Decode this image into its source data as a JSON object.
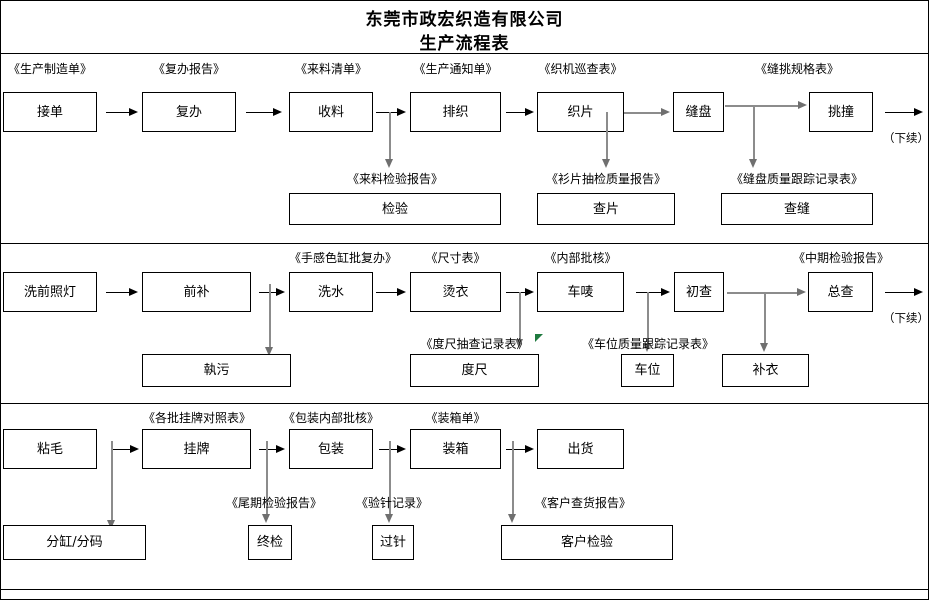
{
  "title": {
    "line1": "东莞市政宏织造有限公司",
    "line2": "生产流程表"
  },
  "rows": [
    {
      "id": "row1",
      "main": [
        {
          "name": "接单",
          "caption": "《生产制造单》"
        },
        {
          "name": "复办",
          "caption": "《复办报告》"
        },
        {
          "name": "收料",
          "caption": "《来料清单》"
        },
        {
          "name": "排织",
          "caption": "《生产通知单》"
        },
        {
          "name": "织片",
          "caption": "《织机巡查表》"
        },
        {
          "name": "缝盘",
          "caption": ""
        },
        {
          "name": "挑撞",
          "caption": "《缝挑规格表》"
        }
      ],
      "sub": [
        {
          "name": "检验",
          "caption": "《来料检验报告》"
        },
        {
          "name": "查片",
          "caption": "《衫片抽检质量报告》"
        },
        {
          "name": "查缝",
          "caption": "《缝盘质量跟踪记录表》"
        }
      ],
      "continue_label": "（下续）"
    },
    {
      "id": "row2",
      "main": [
        {
          "name": "洗前照灯",
          "caption": ""
        },
        {
          "name": "前补",
          "caption": ""
        },
        {
          "name": "洗水",
          "caption": "《手感色缸批复办》"
        },
        {
          "name": "烫衣",
          "caption": "《尺寸表》"
        },
        {
          "name": "车唛",
          "caption": "《内部批核》"
        },
        {
          "name": "初查",
          "caption": ""
        },
        {
          "name": "总查",
          "caption": "《中期检验报告》"
        }
      ],
      "sub": [
        {
          "name": "執污",
          "caption": ""
        },
        {
          "name": "度尺",
          "caption": "《度尺抽查记录表》"
        },
        {
          "name": "车位",
          "caption": "《车位质量跟踪记录表》"
        },
        {
          "name": "补衣",
          "caption": ""
        }
      ],
      "continue_label": "（下续）"
    },
    {
      "id": "row3",
      "main": [
        {
          "name": "粘毛",
          "caption": ""
        },
        {
          "name": "挂牌",
          "caption": "《各批挂牌对照表》"
        },
        {
          "name": "包装",
          "caption": "《包装内部批核》"
        },
        {
          "name": "装箱",
          "caption": "《装箱单》"
        },
        {
          "name": "出货",
          "caption": ""
        }
      ],
      "sub": [
        {
          "name": "分缸/分码",
          "caption": ""
        },
        {
          "name": "终检",
          "caption": "《尾期检验报告》"
        },
        {
          "name": "过针",
          "caption": "《验针记录》"
        },
        {
          "name": "客户检验",
          "caption": "《客户查货报告》"
        }
      ],
      "continue_label": ""
    }
  ],
  "colors": {
    "line": "#000000",
    "gray_arrow": "#8c8c8c",
    "green_mark": "#1f7a3f"
  }
}
